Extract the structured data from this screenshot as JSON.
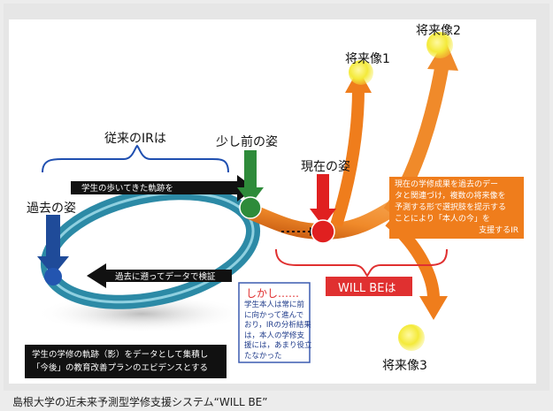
{
  "labels": {
    "conventional_ir": "従来のIRは",
    "past": "過去の姿",
    "recent_past": "少し前の姿",
    "present": "現在の姿",
    "future1": "将来像1",
    "future2": "将来像2",
    "future3": "将来像3",
    "will_be": "WILL BEは"
  },
  "arrow_texts": {
    "trajectory": "学生の歩いてきた軌跡を",
    "verify": "過去に遡ってデータで検証"
  },
  "orange_box": {
    "line1": "現在の学修成果を過去のデー",
    "line2": "タと関連づけ，複数の将来像を",
    "line3": "予測する形で選択肢を提示する",
    "line4": "ことにより「本人の今」を",
    "line5": "支援するIR"
  },
  "however_box": {
    "title": "しかし……",
    "line1": "学生本人は常に前",
    "line2": "に向かって進んで",
    "line3": "おり，IRの分析結果",
    "line4": "は，本人の学修支",
    "line5": "援には，あまり役立",
    "line6": "たなかった"
  },
  "shadow_box": {
    "line1": "学生の学修の軌跡（影）をデータとして集積し",
    "line2": "「今後」の教育改善プランのエビデンスとする"
  },
  "caption": "島根大学の近未来予測型学修支援システム“WILL BE”",
  "colors": {
    "teal": "#2c8aa6",
    "navy": "#1f4b99",
    "green": "#2e8b3a",
    "red": "#e02020",
    "orange": "#ef7d1c",
    "yellow": "#f4ea3a",
    "bracket_blue": "#1f4fb0",
    "bracket_red": "#e03030"
  }
}
